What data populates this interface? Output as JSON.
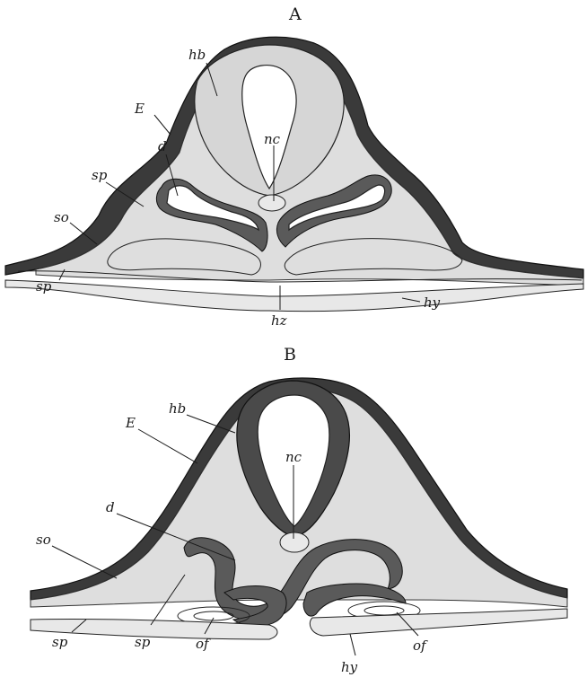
{
  "figures": [
    {
      "title": "A",
      "labels": {
        "hb": "hb",
        "E": "E",
        "d": "d",
        "nc": "nc",
        "sp_upper": "sp",
        "so": "so",
        "sp_lower": "sp",
        "hz": "hz",
        "hy": "hy"
      }
    },
    {
      "title": "B",
      "labels": {
        "hb": "hb",
        "E": "E",
        "nc": "nc",
        "d": "d",
        "so": "so",
        "sp_left": "sp",
        "sp_mid": "sp",
        "of_left": "of",
        "hy": "hy",
        "of_right": "of"
      }
    }
  ]
}
